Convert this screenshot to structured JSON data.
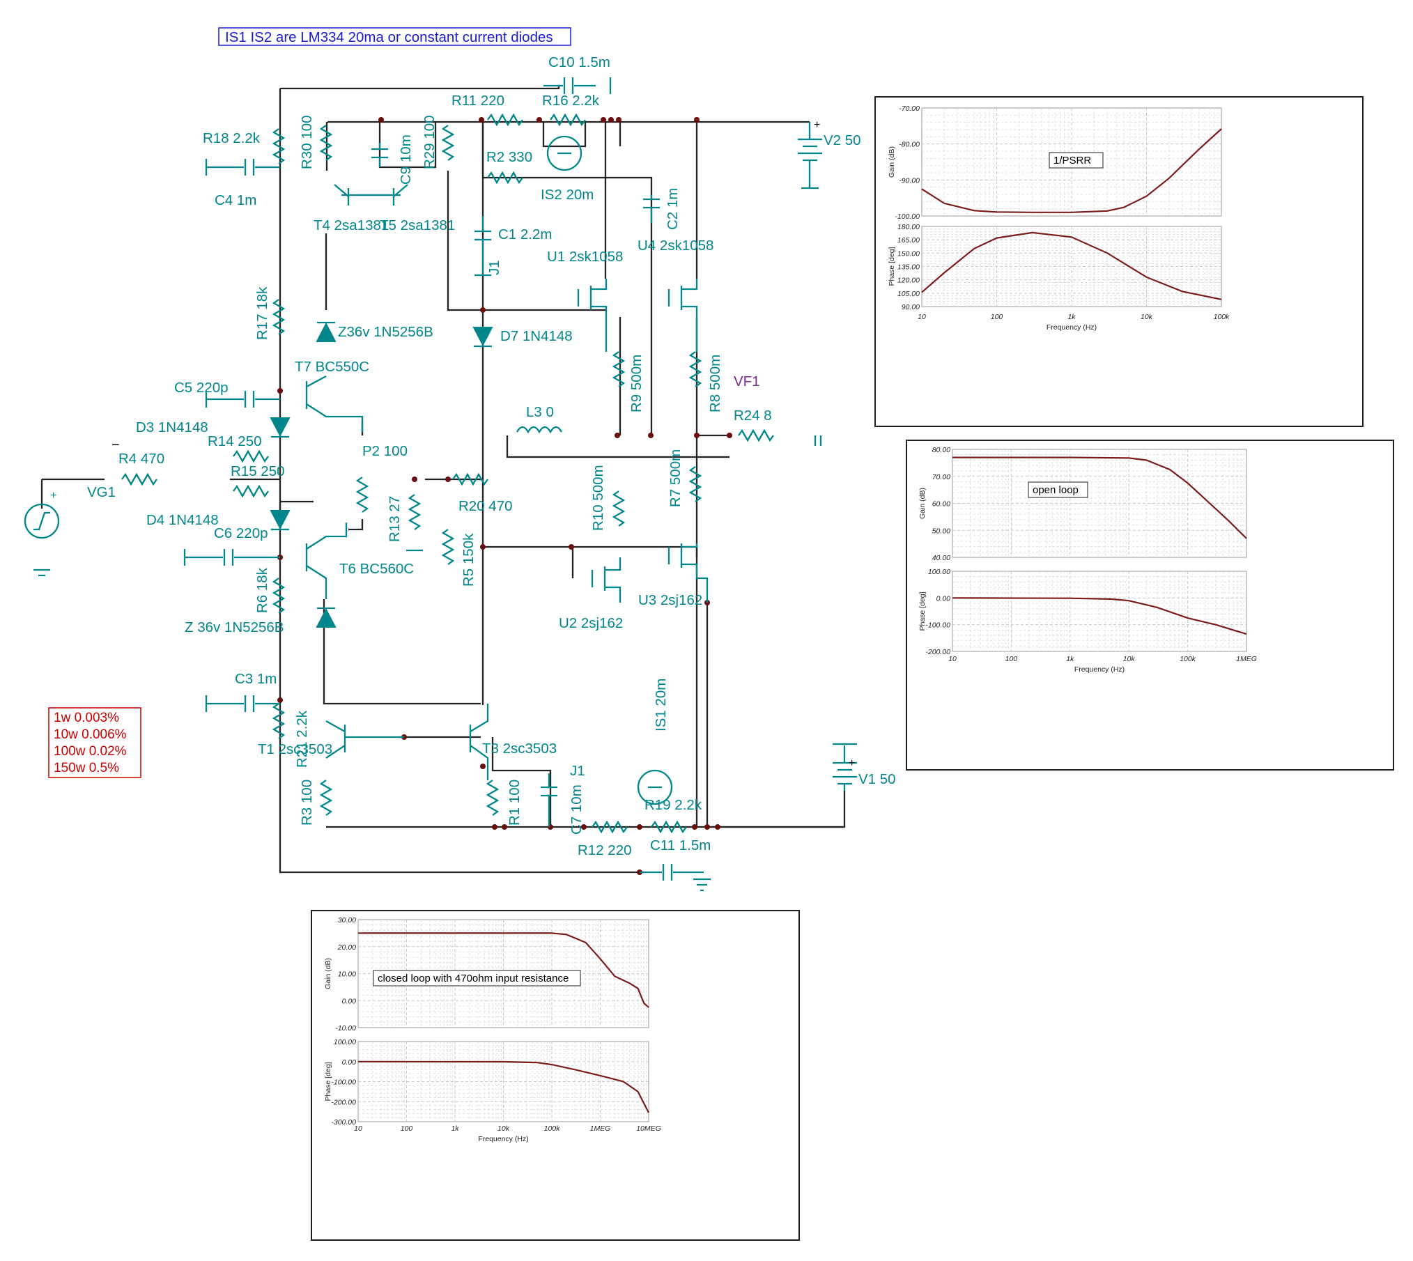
{
  "note": "IS1 IS2 are LM334 20ma or constant current diodes",
  "distortion": [
    "1w 0.003%",
    "10w 0.006%",
    "100w 0.02%",
    "150w 0.5%"
  ],
  "signs": {
    "plus": "+",
    "minus": "−"
  },
  "components": {
    "c10": "C10 1.5m",
    "r11": "R11 220",
    "r16": "R16 2.2k",
    "r18": "R18 2.2k",
    "r30": "R30 100",
    "c9": "C9 10m",
    "r29": "R29 100",
    "r2": "R2 330",
    "is2": "IS2 20m",
    "c2": "C2 1m",
    "v2": "V2 50",
    "c4": "C4 1m",
    "t4": "T4 2sa1381",
    "t5": "T5 2sa1381",
    "c1": "C1 2.2m",
    "j1": "J1",
    "u1": "U1 2sk1058",
    "u4": "U4 2sk1058",
    "r17": "R17 18k",
    "z36v": "Z36v 1N5256B",
    "d7": "D7 1N4148",
    "t7": "T7 BC550C",
    "r9": "R9 500m",
    "r8": "R8 500m",
    "vf1": "VF1",
    "c5": "C5 220p",
    "r24": "R24 8",
    "d3": "D3 1N4148",
    "l3": "L3 0",
    "r14": "R14 250",
    "p2": "P2 100",
    "r4": "R4 470",
    "r15": "R15 250",
    "vg1": "VG1",
    "r20": "R20 470",
    "r10": "R10 500m",
    "r7": "R7 500m",
    "r13": "R13 27",
    "d4": "D4 1N4148",
    "c6": "C6 220p",
    "r5": "R5 150k",
    "t6": "T6 BC560C",
    "r6": "R6 18k",
    "u3": "U3 2sj162",
    "u2": "U2 2sj162",
    "z36": "Z 36v 1N5256B",
    "c3": "C3 1m",
    "is1": "IS1 20m",
    "r21": "R21 2.2k",
    "t1": "T1 2sc3503",
    "t3": "T3 2sc3503",
    "j1b": "J1",
    "v1": "V1 50",
    "r3": "R3 100",
    "r1": "R1 100",
    "c7": "C7 10m",
    "r19": "R19 2.2k",
    "r12": "R12 220",
    "c11": "C11 1.5m"
  },
  "colors": {
    "schematic": "#00868b",
    "wire": "#232323",
    "node": "#6b0e0e",
    "curve": "#7b1b1b",
    "distortion": "#cc0000",
    "note": "#1a1ad0"
  },
  "chart_data": [
    {
      "type": "line",
      "title": "1/PSRR",
      "xlabel": "Frequency (Hz)",
      "x_scale": "log",
      "x_ticks": [
        "10",
        "100",
        "1k",
        "10k",
        "100k"
      ],
      "panels": [
        {
          "ylabel": "Gain (dB)",
          "ylim": [
            -100,
            -70
          ],
          "y_ticks": [
            "-70.00",
            "-80.00",
            "-90.00",
            "-100.00"
          ],
          "x": [
            10,
            20,
            50,
            100,
            300,
            1000,
            3000,
            5000,
            10000,
            20000,
            50000,
            100000
          ],
          "y": [
            -92.5,
            -96.5,
            -98.5,
            -98.9,
            -99.0,
            -99.0,
            -98.6,
            -97.6,
            -94.5,
            -89.5,
            -81.5,
            -75.8
          ]
        },
        {
          "ylabel": "Phase [deg]",
          "ylim": [
            90,
            180
          ],
          "y_ticks": [
            "180.00",
            "165.00",
            "150.00",
            "135.00",
            "120.00",
            "105.00",
            "90.00"
          ],
          "x": [
            10,
            20,
            50,
            100,
            300,
            1000,
            3000,
            10000,
            30000,
            100000
          ],
          "y": [
            106,
            128,
            155,
            167,
            173,
            168,
            150,
            123,
            107,
            98
          ]
        }
      ]
    },
    {
      "type": "line",
      "title": "open loop",
      "xlabel": "Frequency (Hz)",
      "x_scale": "log",
      "x_ticks": [
        "10",
        "100",
        "1k",
        "10k",
        "100k",
        "1MEG"
      ],
      "panels": [
        {
          "ylabel": "Gain (dB)",
          "ylim": [
            40,
            80
          ],
          "y_ticks": [
            "80.00",
            "70.00",
            "60.00",
            "50.00",
            "40.00"
          ],
          "x": [
            10,
            1000,
            10000,
            20000,
            50000,
            100000,
            200000,
            500000,
            1000000
          ],
          "y": [
            77,
            77,
            76.8,
            76,
            72.5,
            67.5,
            61.5,
            53.5,
            47
          ]
        },
        {
          "ylabel": "Phase [deg]",
          "ylim": [
            -200,
            100
          ],
          "y_ticks": [
            "100.00",
            "0.00",
            "-100.00",
            "-200.00"
          ],
          "x": [
            10,
            1000,
            5000,
            10000,
            30000,
            100000,
            300000,
            1000000
          ],
          "y": [
            0,
            -1,
            -4,
            -10,
            -35,
            -75,
            -100,
            -135
          ]
        }
      ]
    },
    {
      "type": "line",
      "title": "closed loop with 470ohm input resistance",
      "xlabel": "Frequency (Hz)",
      "x_scale": "log",
      "x_ticks": [
        "10",
        "100",
        "1k",
        "10k",
        "100k",
        "1MEG",
        "10MEG"
      ],
      "panels": [
        {
          "ylabel": "Gain (dB)",
          "ylim": [
            -10,
            30
          ],
          "y_ticks": [
            "30.00",
            "20.00",
            "10.00",
            "0.00",
            "-10.00"
          ],
          "x": [
            10,
            100000,
            200000,
            500000,
            1000000,
            2000000,
            4000000,
            6000000,
            8000000,
            10000000
          ],
          "y": [
            25,
            25,
            24.5,
            21.5,
            15.5,
            9,
            6.5,
            4.5,
            -1,
            -2.5
          ]
        },
        {
          "ylabel": "Phase [deg]",
          "ylim": [
            -300,
            100
          ],
          "y_ticks": [
            "100.00",
            "0.00",
            "-100.00",
            "-200.00",
            "-300.00"
          ],
          "x": [
            10,
            10000,
            50000,
            100000,
            300000,
            1000000,
            3000000,
            6000000,
            10000000
          ],
          "y": [
            0,
            -1,
            -5,
            -15,
            -40,
            -70,
            -100,
            -150,
            -255
          ]
        }
      ]
    }
  ]
}
